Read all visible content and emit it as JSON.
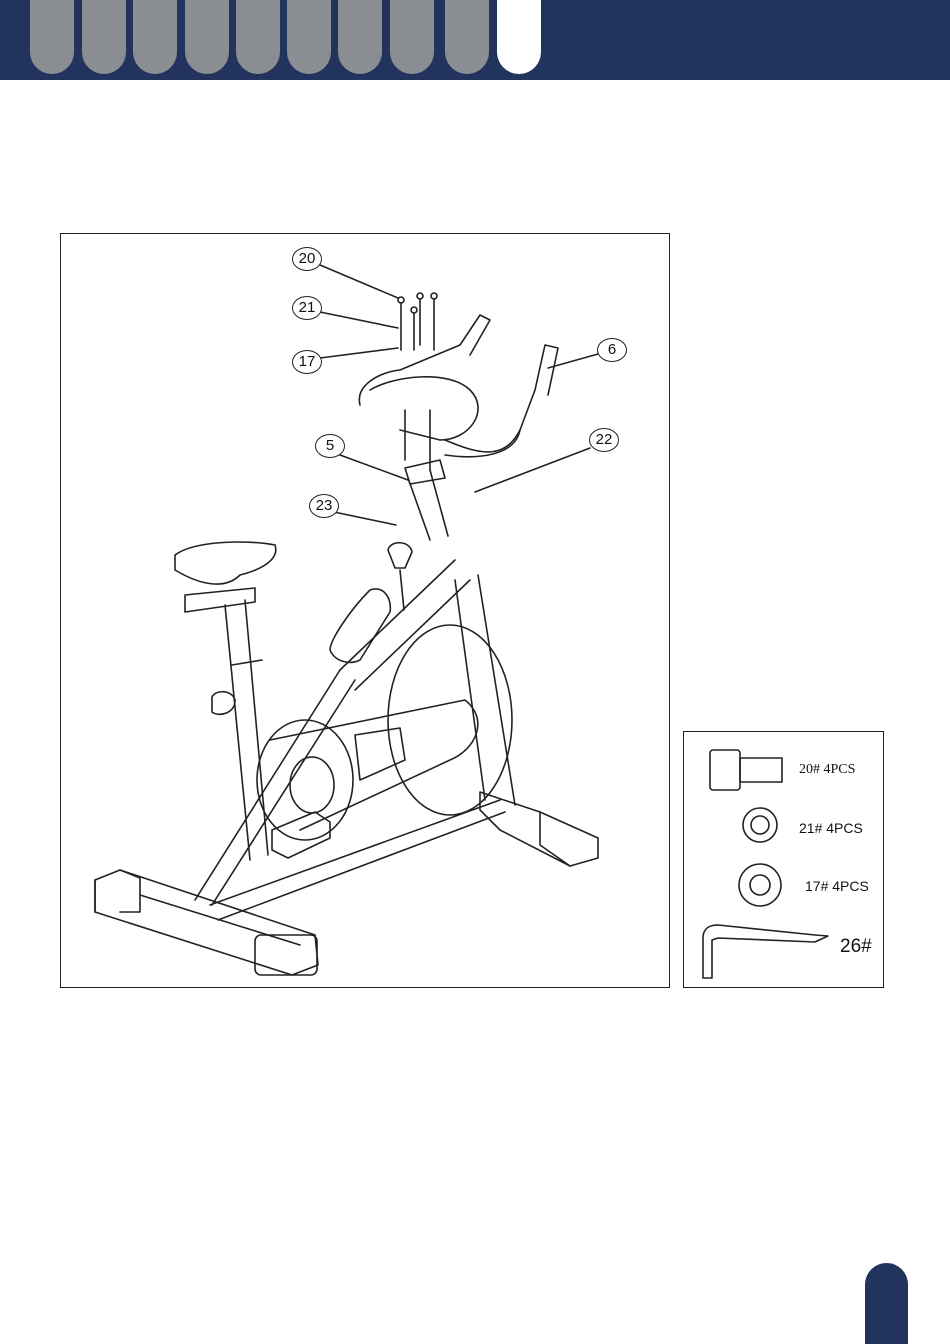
{
  "header": {
    "tabs": 10,
    "active_tab": 10,
    "color": "#22345d"
  },
  "callouts": {
    "c20": "20",
    "c21": "21",
    "c17": "17",
    "c6": "6",
    "c22": "22",
    "c5": "5",
    "c23": "23"
  },
  "parts": {
    "p20": "20#  4PCS",
    "p21": "21#  4PCS",
    "p17": "17# 4PCS",
    "p26": "26#"
  },
  "colors": {
    "header": "#22345d",
    "tab_inactive": "#8a8d92",
    "tab_active": "#ffffff"
  }
}
